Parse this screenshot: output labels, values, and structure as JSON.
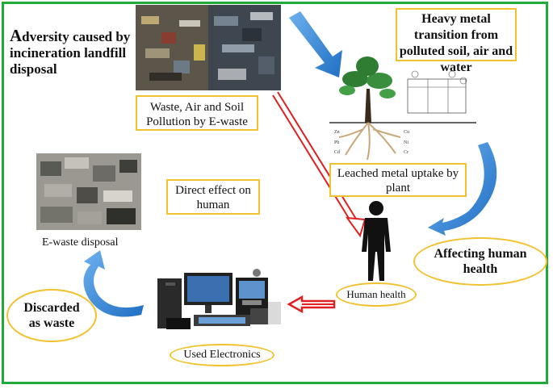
{
  "labels": {
    "adversity_first_letter": "A",
    "adversity_rest": "dversity caused by incineration landfill disposal",
    "waste_pollution": "Waste, Air and Soil Pollution by E-waste",
    "heavy_metal": "Heavy metal transition from polluted soil, air and water",
    "leached_uptake": "Leached metal uptake by plant",
    "direct_effect": "Direct effect on human",
    "affecting_health": "Affecting human health",
    "human_health": "Human health",
    "ewaste_disposal": "E-waste disposal",
    "discarded": "Discarded as waste",
    "used_electronics": "Used Electronics"
  },
  "colors": {
    "frame": "#1faa3a",
    "label_border": "#f2c12e",
    "blue_arrow": "#2f7fcf",
    "red_arrow": "#e02020"
  },
  "icons": [
    "junk-pile-photo",
    "plant-roots-icon",
    "human-silhouette-icon",
    "electronics-photo"
  ]
}
